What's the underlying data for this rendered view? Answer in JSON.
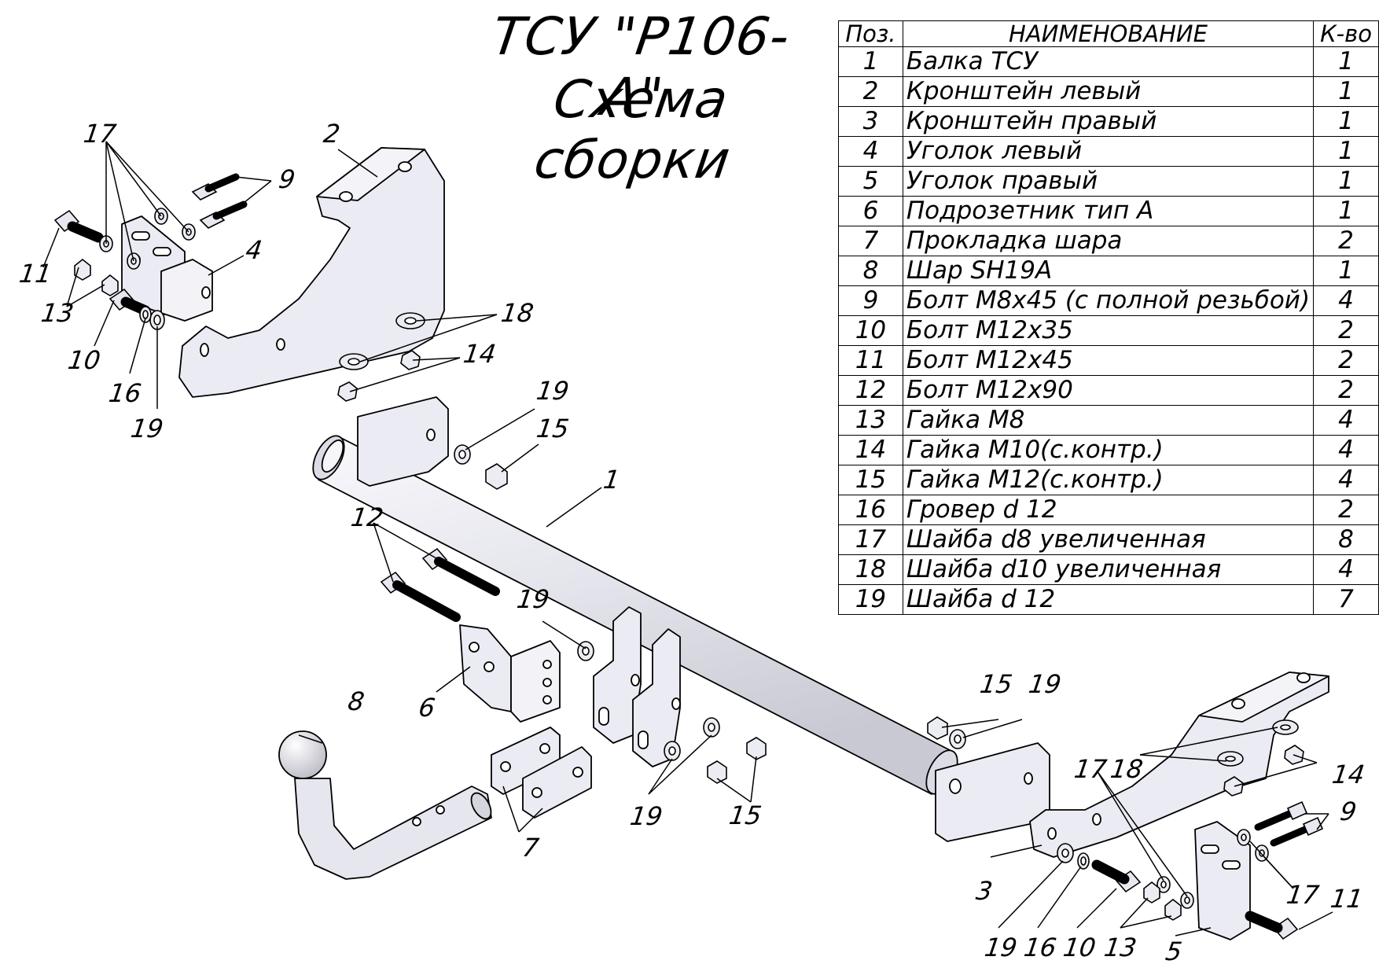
{
  "title": {
    "line1": "ТСУ \"Р106-А\"",
    "line2": "Схема сборки"
  },
  "table": {
    "headers": {
      "pos": "Поз.",
      "name": "НАИМЕНОВАНИЕ",
      "qty": "К-во"
    },
    "rows": [
      {
        "pos": "1",
        "name": "Балка ТСУ",
        "qty": "1"
      },
      {
        "pos": "2",
        "name": "Кронштейн левый",
        "qty": "1"
      },
      {
        "pos": "3",
        "name": "Кронштейн правый",
        "qty": "1"
      },
      {
        "pos": "4",
        "name": "Уголок левый",
        "qty": "1"
      },
      {
        "pos": "5",
        "name": "Уголок правый",
        "qty": "1"
      },
      {
        "pos": "6",
        "name": "Подрозетник тип А",
        "qty": "1"
      },
      {
        "pos": "7",
        "name": "Прокладка шара",
        "qty": "2"
      },
      {
        "pos": "8",
        "name": "Шар SH19A",
        "qty": "1"
      },
      {
        "pos": "9",
        "name": "Болт М8х45 (с полной резьбой)",
        "qty": "4"
      },
      {
        "pos": "10",
        "name": "Болт М12х35",
        "qty": "2"
      },
      {
        "pos": "11",
        "name": "Болт М12х45",
        "qty": "2"
      },
      {
        "pos": "12",
        "name": "Болт М12х90",
        "qty": "2"
      },
      {
        "pos": "13",
        "name": "Гайка  М8",
        "qty": "4"
      },
      {
        "pos": "14",
        "name": "Гайка М10(с.контр.)",
        "qty": "4"
      },
      {
        "pos": "15",
        "name": "Гайка М12(с.контр.)",
        "qty": "4"
      },
      {
        "pos": "16",
        "name": "Гровер d 12",
        "qty": "2"
      },
      {
        "pos": "17",
        "name": "Шайба d8 увеличенная",
        "qty": "8"
      },
      {
        "pos": "18",
        "name": "Шайба d10 увеличенная",
        "qty": "4"
      },
      {
        "pos": "19",
        "name": "Шайба d 12",
        "qty": "7"
      }
    ]
  },
  "callouts": {
    "c1": "1",
    "c2": "2",
    "c3": "3",
    "c4": "4",
    "c5": "5",
    "c6": "6",
    "c7a": "7",
    "c8": "8",
    "c9a": "9",
    "c9b": "9",
    "c10a": "10",
    "c10b": "10",
    "c11a": "11",
    "c11b": "11",
    "c12": "12",
    "c13a": "13",
    "c13b": "13",
    "c14a": "14",
    "c14b": "14",
    "c15a": "15",
    "c15b": "15",
    "c15c": "15",
    "c16a": "16",
    "c16b": "16",
    "c17a": "17",
    "c17b": "17",
    "c17c": "17",
    "c18a": "18",
    "c18b": "18",
    "c19a": "19",
    "c19b": "19",
    "c19c": "19",
    "c19d": "19",
    "c19e": "19",
    "c19f": "19"
  },
  "colors": {
    "part_fill": "#ebebf3",
    "part_edge": "#000000",
    "tube_fill": "#e4e4ec"
  }
}
